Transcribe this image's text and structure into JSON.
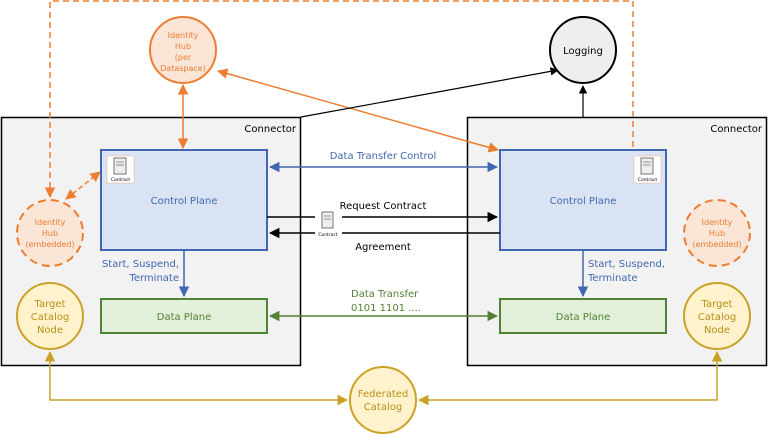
{
  "connectors": {
    "left_label": "Connector",
    "right_label": "Connector"
  },
  "control_plane": {
    "left_label": "Control Plane",
    "right_label": "Control Plane"
  },
  "data_plane": {
    "left_label": "Data Plane",
    "right_label": "Data Plane"
  },
  "identity_hub_dataspace": {
    "lines": [
      "Identity",
      "Hub",
      "(per",
      "Dataspace)"
    ]
  },
  "identity_hub_embedded": {
    "lines": [
      "Identity",
      "Hub",
      "(embedded)"
    ]
  },
  "logging": {
    "label": "Logging"
  },
  "target_catalog": {
    "lines": [
      "Target",
      "Catalog",
      "Node"
    ]
  },
  "federated_catalog": {
    "lines": [
      "Federated",
      "Catalog"
    ]
  },
  "contract_icon": {
    "label": "Contract"
  },
  "flows": {
    "data_transfer_control": "Data Transfer Control",
    "request_contract": "Request Contract",
    "agreement": "Agreement",
    "start_lines": [
      "Start, Suspend,",
      "Terminate"
    ],
    "data_transfer_lines": [
      "Data Transfer",
      "0101 1101 ...."
    ]
  },
  "colors": {
    "orange": "#ED7D31",
    "orange_fill": "#FBE5D6",
    "blue": "#4067B0",
    "blue_fill": "#DAE3F3",
    "green": "#548235",
    "green_fill": "#E2F0D9",
    "gold": "#C9A227",
    "gold_fill": "#FFF2CC",
    "connector_fill": "#F2F2F2"
  }
}
